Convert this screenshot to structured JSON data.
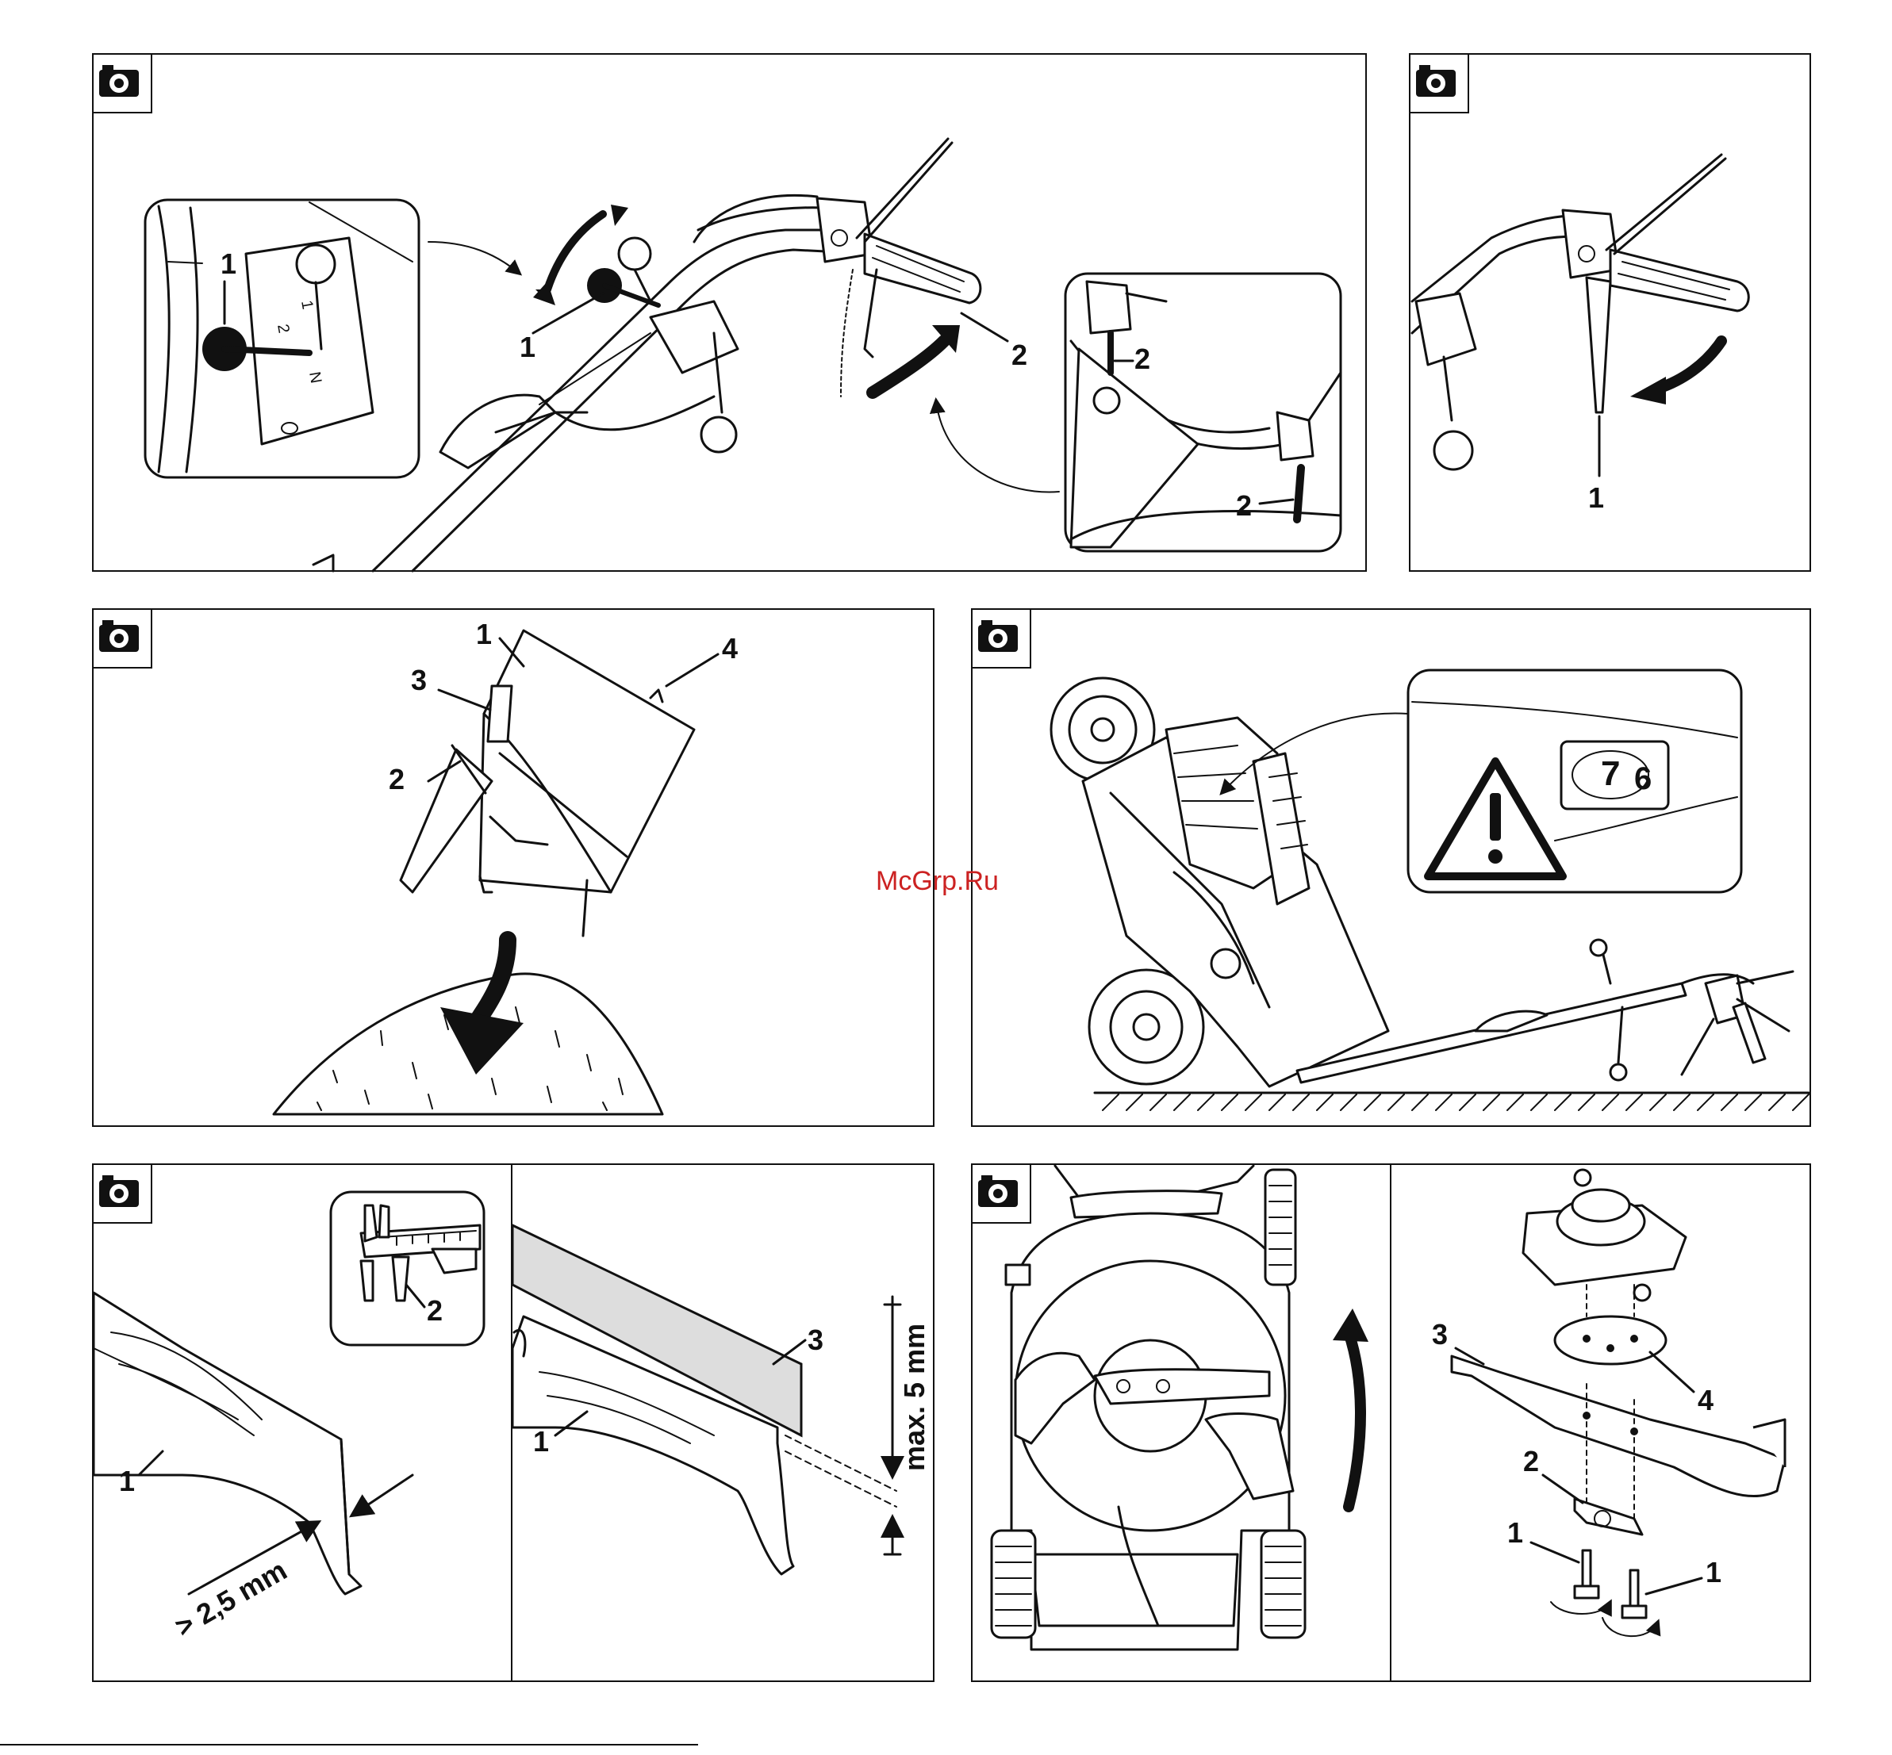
{
  "watermark": "McGrp.Ru",
  "panels": {
    "handle_top": {
      "label_1a": "1",
      "label_1b": "1",
      "label_2a": "2",
      "label_2b": "2",
      "label_2c": "2",
      "switch_marks": [
        "1",
        "2",
        "N"
      ]
    },
    "handle_lever": {
      "label_1": "1"
    },
    "grass_bag": {
      "label_1": "1",
      "label_2": "2",
      "label_3": "3",
      "label_4": "4"
    },
    "tilted_mower": {
      "code_digit_1": "7",
      "code_digit_2": "6"
    },
    "blade_wear": {
      "label_1": "1",
      "label_2": "2",
      "dim": "> 2,5 mm"
    },
    "blade_bend": {
      "label_1": "1",
      "label_3": "3",
      "dim": "max. 5 mm"
    },
    "blade_parts": {
      "label_1a": "1",
      "label_1b": "1",
      "label_2": "2",
      "label_3": "3",
      "label_4": "4"
    }
  },
  "colors": {
    "line": "#111111",
    "watermark": "#cc2222",
    "ruler": "#dddddd"
  }
}
